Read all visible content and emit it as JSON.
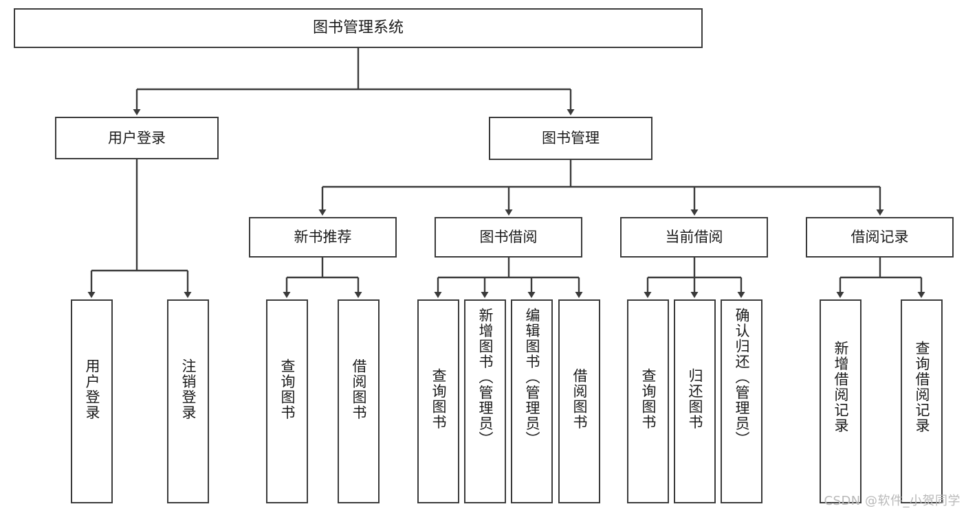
{
  "diagram": {
    "title": "图书管理系统",
    "type": "tree",
    "root": {
      "label": "图书管理系统"
    },
    "level2": [
      {
        "label": "用户登录"
      },
      {
        "label": "图书管理"
      }
    ],
    "level3": [
      {
        "label": "新书推荐"
      },
      {
        "label": "图书借阅"
      },
      {
        "label": "当前借阅"
      },
      {
        "label": "借阅记录"
      }
    ],
    "leaves": {
      "user_login": [
        {
          "label": "用户登录"
        },
        {
          "label": "注销登录"
        }
      ],
      "new_book": [
        {
          "label": "查询图书"
        },
        {
          "label": "借阅图书"
        }
      ],
      "book_borrow": [
        {
          "label": "查询图书"
        },
        {
          "label": "新增图书（管理员）"
        },
        {
          "label": "编辑图书（管理员）"
        },
        {
          "label": "借阅图书"
        }
      ],
      "current_borrow": [
        {
          "label": "查询图书"
        },
        {
          "label": "归还图书"
        },
        {
          "label": "确认归还（管理员）"
        }
      ],
      "borrow_record": [
        {
          "label": "新增借阅记录"
        },
        {
          "label": "查询借阅记录"
        }
      ]
    }
  },
  "watermark": {
    "text": "CSDN @软件_小贺同学"
  },
  "colors": {
    "stroke": "#3a3a3a",
    "fill": "#ffffff",
    "text": "#1a1a1a",
    "watermark": "#b9b9b9"
  }
}
